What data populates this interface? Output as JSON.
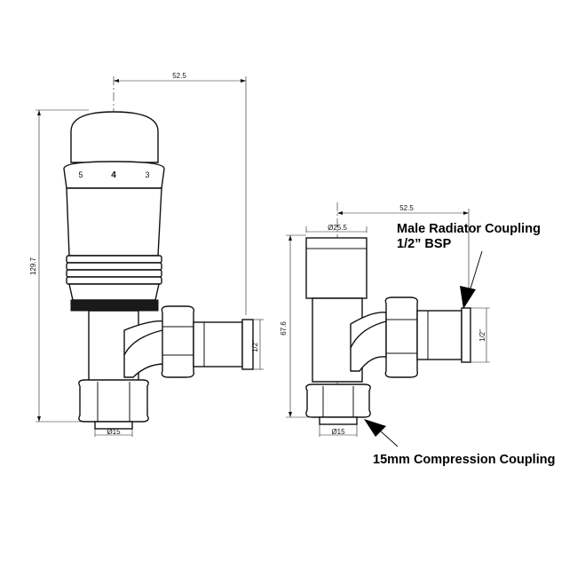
{
  "left_valve": {
    "dim_top_width": "52.5",
    "dim_height": "129.7",
    "dim_thread": "1/2\"",
    "dim_pipe": "Ø15",
    "dial_marks": [
      "5",
      "4",
      "3"
    ]
  },
  "right_valve": {
    "dim_top_width": "52.5",
    "dim_cap": "Ø25.5",
    "dim_height": "67.6",
    "dim_thread": "1/2\"",
    "dim_pipe": "Ø15"
  },
  "callouts": {
    "male_coupling_line1": "Male Radiator Coupling",
    "male_coupling_line2": "1/2” BSP",
    "compression_coupling": "15mm Compression Coupling"
  },
  "colors": {
    "ink": "#111111",
    "background": "#ffffff"
  }
}
